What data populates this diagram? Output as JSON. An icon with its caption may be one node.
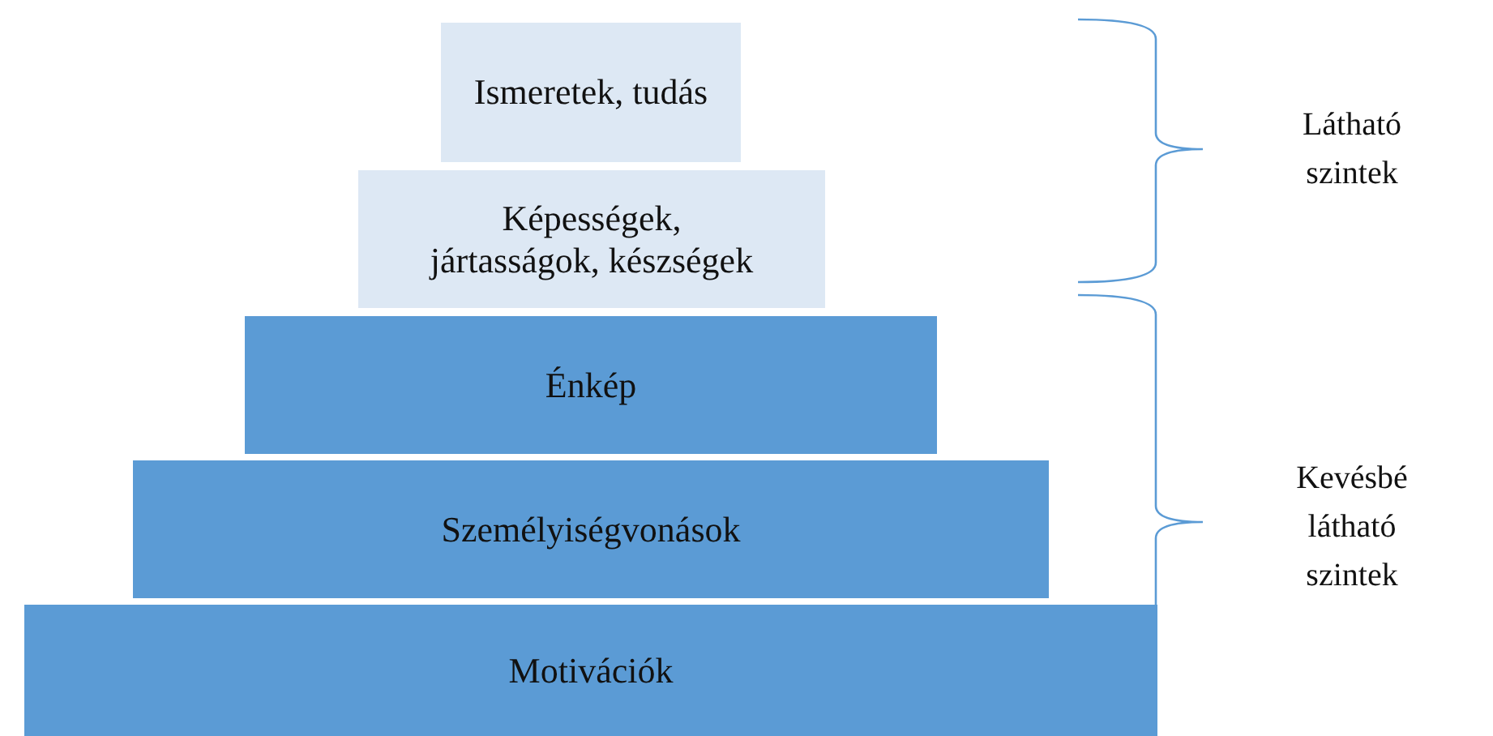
{
  "diagram": {
    "nodes": [
      {
        "text": [
          "Ismeretek, tudás"
        ]
      },
      {
        "text": [
          "Képességek, jártasságok, készségek"
        ]
      },
      {
        "text": [
          "Énkép"
        ]
      },
      {
        "text": [
          "Személyiségvonások"
        ]
      },
      {
        "text": [
          "Motivációk"
        ]
      }
    ],
    "labels": [
      "Látható szintek",
      "Kevésbé látható szintek"
    ]
  }
}
